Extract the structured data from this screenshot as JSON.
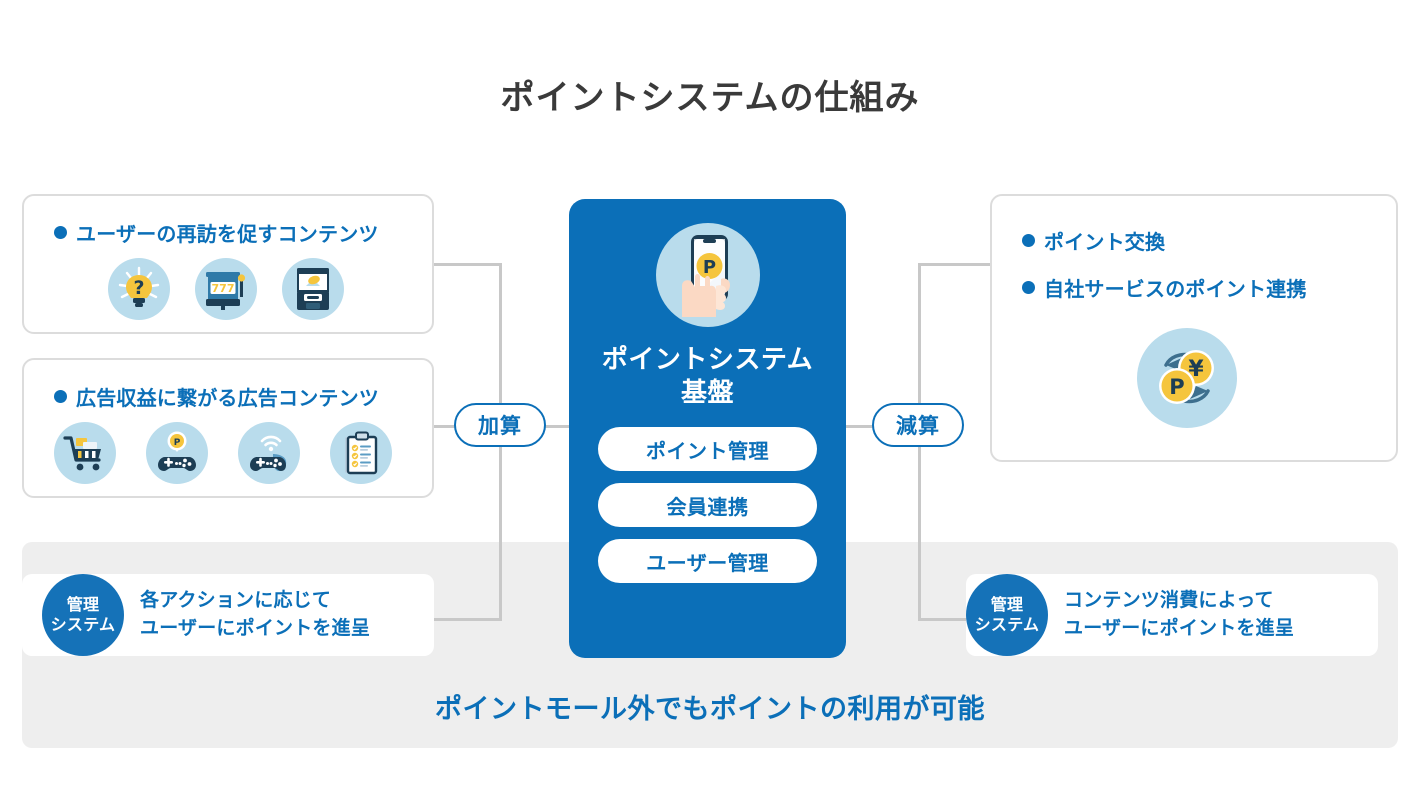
{
  "title": "ポイントシステムの仕組み",
  "colors": {
    "brand_blue": "#0b6fb8",
    "badge_blue": "#1572b8",
    "icon_circle": "#b9dcec",
    "banner_grey": "#eeeeee",
    "line_grey": "#c8c8c8",
    "coin_yellow": "#f5c53d",
    "dark_navy": "#1d3e55"
  },
  "left_column": {
    "boxes": [
      {
        "bullet": "ユーザーの再訪を促すコンテンツ",
        "icons": [
          {
            "name": "quiz-lightbulb-icon",
            "glyph": "?"
          },
          {
            "name": "slot-machine-icon",
            "glyph": "777"
          },
          {
            "name": "gachapon-machine-icon",
            "glyph": ""
          }
        ]
      },
      {
        "bullet": "広告収益に繋がる広告コンテンツ",
        "icons": [
          {
            "name": "shopping-cart-icon",
            "glyph": ""
          },
          {
            "name": "game-controller-point-icon",
            "glyph": "P"
          },
          {
            "name": "game-controller-wifi-icon",
            "glyph": ""
          },
          {
            "name": "survey-clipboard-icon",
            "glyph": ""
          }
        ]
      }
    ]
  },
  "center": {
    "icon_name": "hand-holding-phone-point-icon",
    "coin_label": "P",
    "title_line1": "ポイントシステム",
    "title_line2": "基盤",
    "pills": [
      "ポイント管理",
      "会員連携",
      "ユーザー管理"
    ]
  },
  "right_column": {
    "box": {
      "bullets": [
        "ポイント交換",
        "自社サービスのポイント連携"
      ],
      "icon_name": "point-yen-exchange-icon",
      "coin_point_label": "P",
      "coin_yen_label": "¥"
    }
  },
  "operators": {
    "add": "加算",
    "subtract": "減算"
  },
  "bottom": {
    "banner_text": "ポイントモール外でもポイントの利用が可能",
    "cards": [
      {
        "badge_line1": "管理",
        "badge_line2": "システム",
        "text_line1": "各アクションに応じて",
        "text_line2": "ユーザーにポイントを進呈"
      },
      {
        "badge_line1": "管理",
        "badge_line2": "システム",
        "text_line1": "コンテンツ消費によって",
        "text_line2": "ユーザーにポイントを進呈"
      }
    ]
  }
}
